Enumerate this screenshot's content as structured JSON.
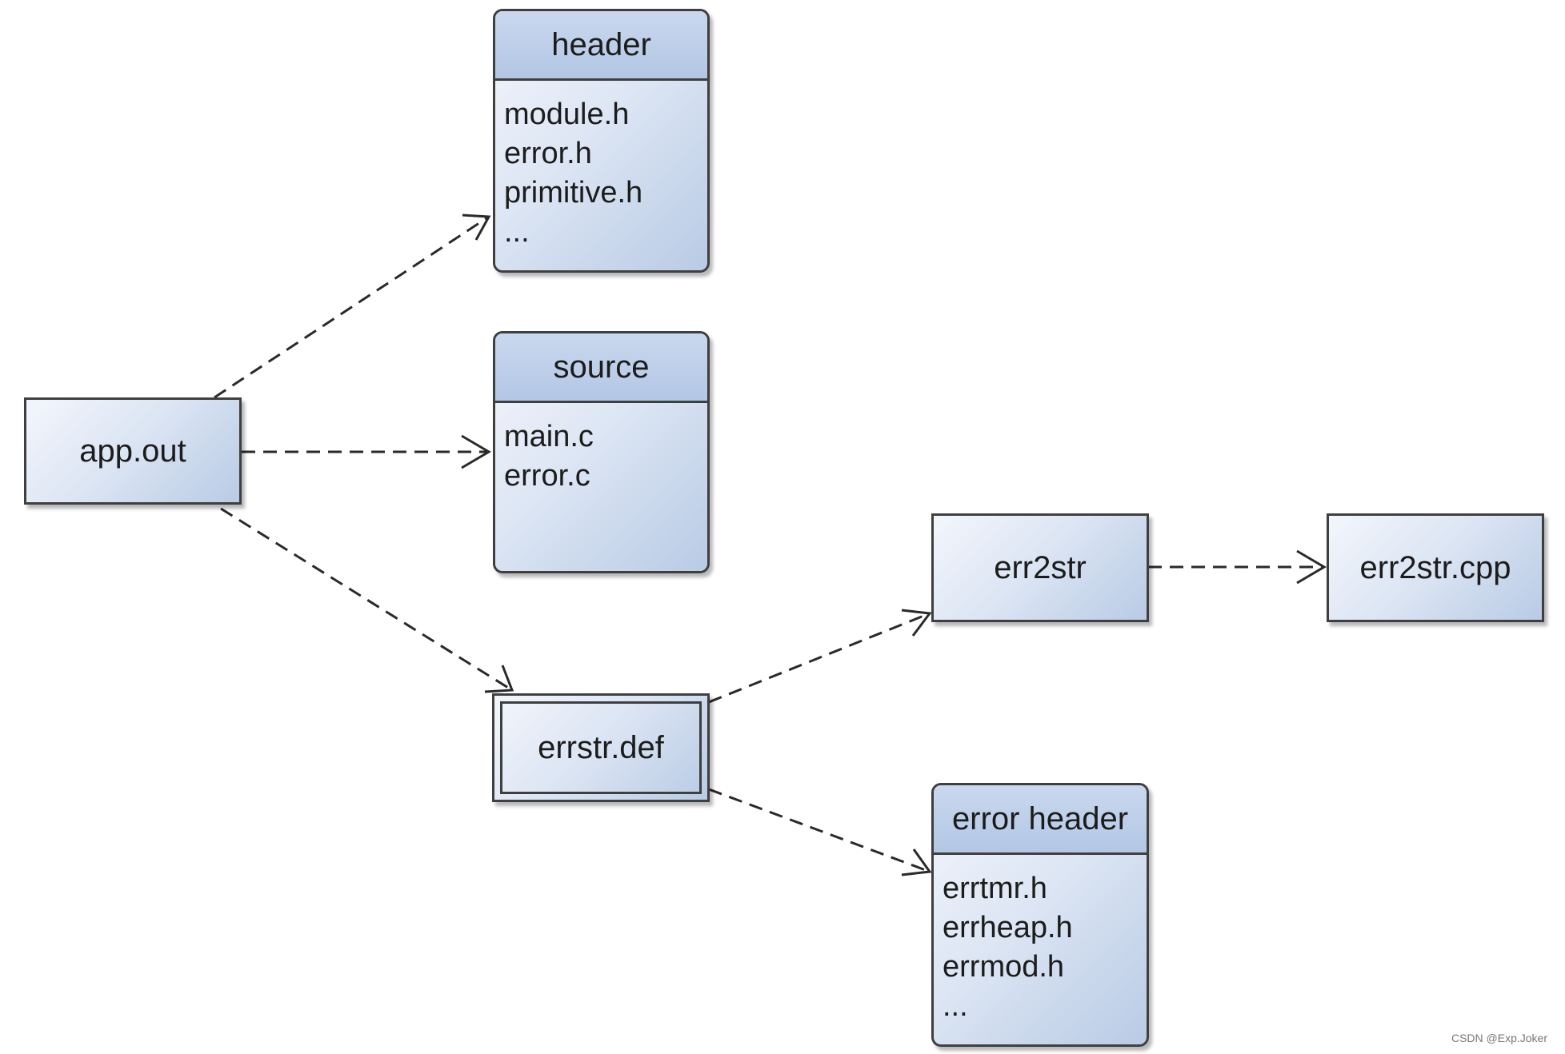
{
  "nodes": {
    "app_out": {
      "label": "app.out"
    },
    "header": {
      "title": "header",
      "items": [
        "module.h",
        "error.h",
        "primitive.h",
        "..."
      ]
    },
    "source": {
      "title": "source",
      "items": [
        "main.c",
        "error.c"
      ]
    },
    "errstr_def": {
      "label": "errstr.def"
    },
    "err2str": {
      "label": "err2str"
    },
    "err2str_cpp": {
      "label": "err2str.cpp"
    },
    "error_header": {
      "title": "error header",
      "items": [
        "errtmr.h",
        "errheap.h",
        "errmod.h",
        "..."
      ]
    }
  },
  "edges": [
    {
      "from": "app.out",
      "to": "header",
      "style": "dashed"
    },
    {
      "from": "app.out",
      "to": "source",
      "style": "dashed"
    },
    {
      "from": "app.out",
      "to": "errstr.def",
      "style": "dashed"
    },
    {
      "from": "errstr.def",
      "to": "err2str",
      "style": "dashed"
    },
    {
      "from": "errstr.def",
      "to": "error header",
      "style": "dashed"
    },
    {
      "from": "err2str",
      "to": "err2str.cpp",
      "style": "dashed"
    }
  ],
  "colors": {
    "box_fill_light": "#f3f6fc",
    "box_fill_dark": "#b9cbe5",
    "title_fill": "#b3c7e4",
    "border": "#3f3f3f",
    "arrow": "#2a2a2a"
  },
  "watermark": "CSDN @Exp.Joker"
}
